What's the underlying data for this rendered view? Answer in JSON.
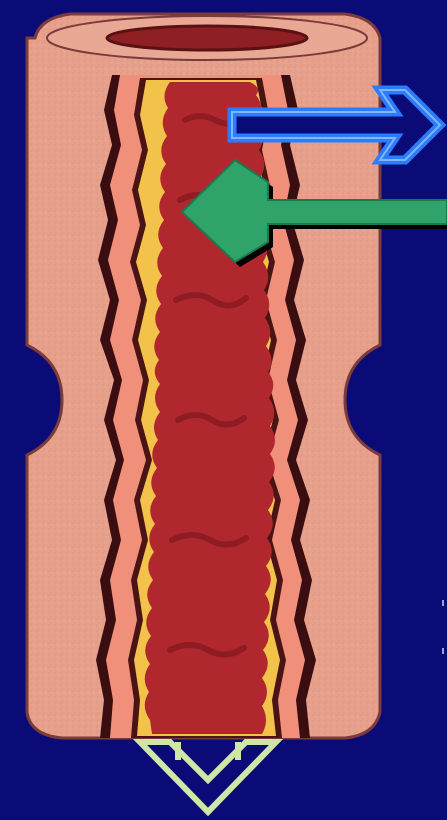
{
  "diagram": {
    "subject": "artery-cross-section",
    "layers": [
      {
        "name": "outer-tissue",
        "color": "#e6a08c"
      },
      {
        "name": "dark-boundary",
        "color": "#3a0e10"
      },
      {
        "name": "inner-pink-band",
        "color": "#f0907a"
      },
      {
        "name": "yellow-wall",
        "color": "#f2c24a"
      },
      {
        "name": "lumen",
        "color": "#b0282e"
      }
    ],
    "arrows": [
      {
        "name": "blue-outward-arrow",
        "direction": "right",
        "color": "#2b7cff"
      },
      {
        "name": "green-inward-arrow",
        "direction": "left",
        "color": "#2fa36a"
      },
      {
        "name": "downward-outline-arrow",
        "direction": "down",
        "color": "#cfe6a6"
      }
    ],
    "background_color": "#0b0b78"
  }
}
